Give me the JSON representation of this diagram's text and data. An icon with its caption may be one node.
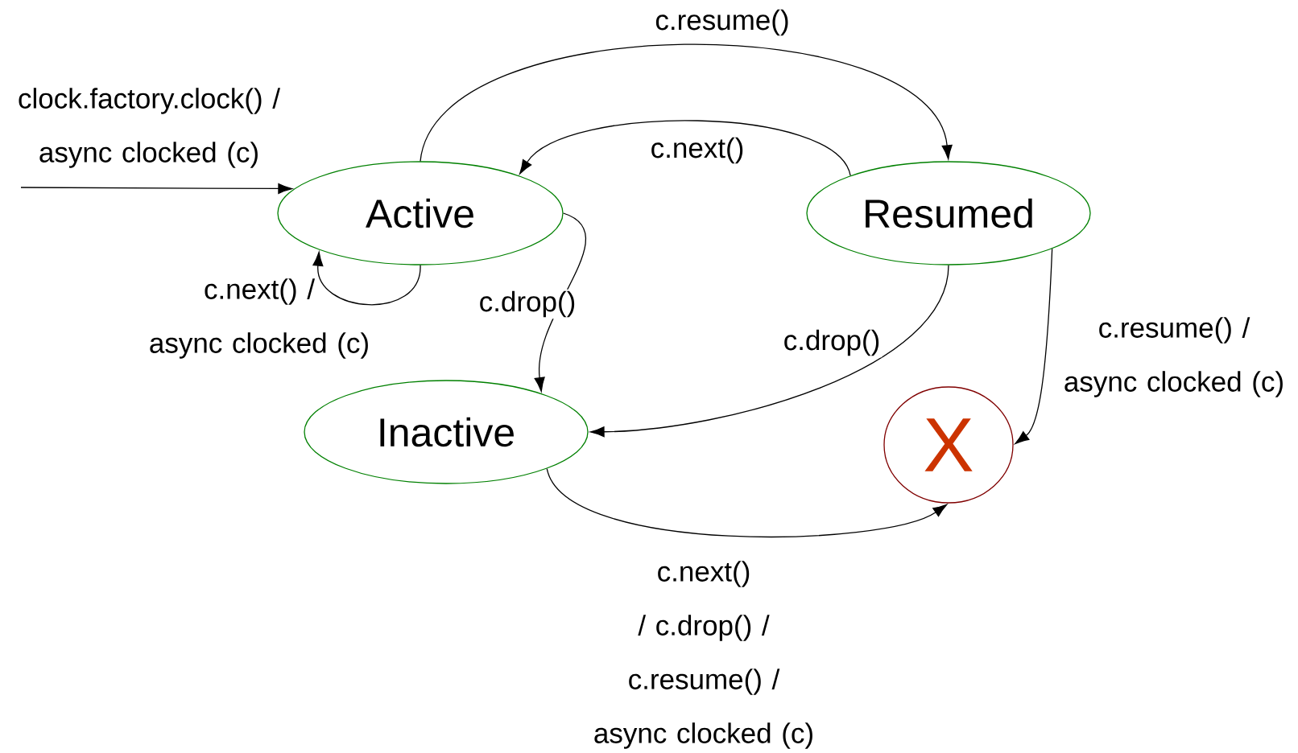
{
  "diagram": {
    "nodes": [
      {
        "text": [
          "Active"
        ]
      },
      {
        "text": [
          "Resumed"
        ]
      },
      {
        "text": [
          "Inactive"
        ]
      },
      {
        "text": [
          "X"
        ]
      }
    ],
    "edges": [
      {
        "from": null,
        "to": 0,
        "arrow": "to",
        "label": "clock.factory.clock() / async clocked (c)"
      },
      {
        "from": 0,
        "to": 1,
        "arrow": "to",
        "label": "c.resume()"
      },
      {
        "from": 1,
        "to": 0,
        "arrow": "to",
        "label": "c.next()"
      },
      {
        "from": 0,
        "to": 0,
        "arrow": "to",
        "label": "c.next() / async clocked (c)"
      },
      {
        "from": 0,
        "to": 2,
        "arrow": "to",
        "label": "c.drop()"
      },
      {
        "from": 1,
        "to": 2,
        "arrow": "to",
        "label": "c.drop()"
      },
      {
        "from": 1,
        "to": 3,
        "arrow": "to",
        "label": "c.resume() / async clocked (c)"
      },
      {
        "from": 2,
        "to": 3,
        "arrow": "to",
        "label": "c.next() / c.drop() / c.resume() / async clocked (c)"
      }
    ]
  }
}
